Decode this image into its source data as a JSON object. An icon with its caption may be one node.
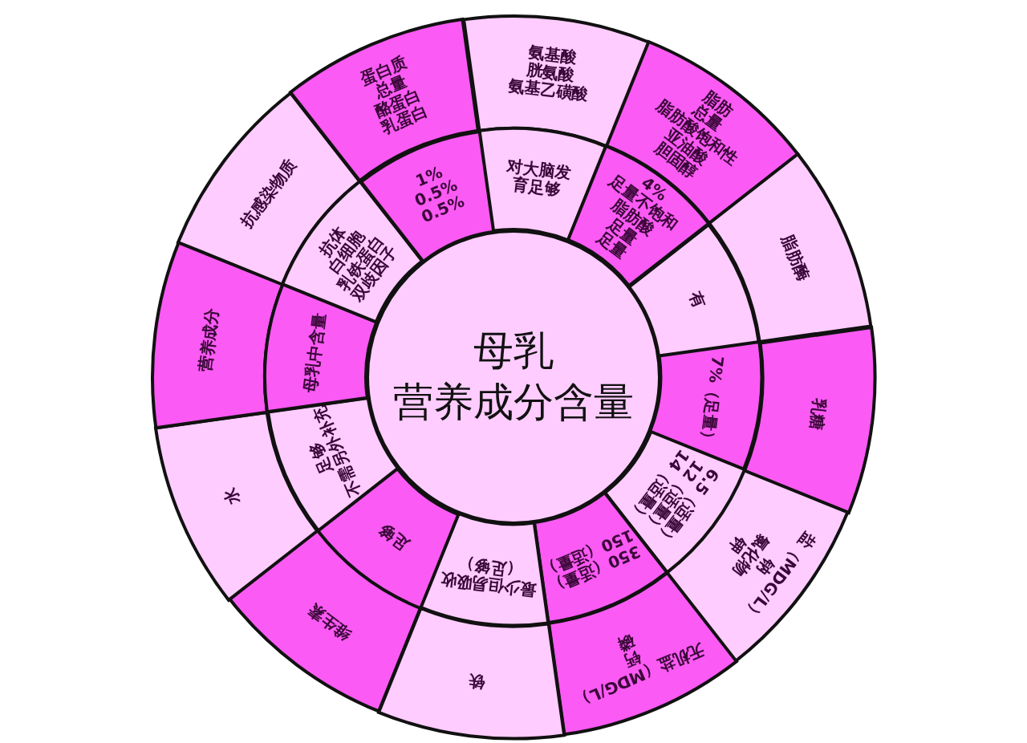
{
  "diagram": {
    "nodes": [
      {
        "text": [
          "母乳",
          "营养成分含量"
        ]
      },
      {
        "text": [
          "氨基酸",
          "胱氨酸",
          "氨基乙磺酸"
        ]
      },
      {
        "text": [
          "脂肪",
          "总量",
          "脂肪酸饱和性",
          "亚油酸",
          "胆固醇"
        ]
      },
      {
        "text": [
          "脂肪酶"
        ]
      },
      {
        "text": [
          "乳糖"
        ]
      },
      {
        "text": [
          "盐（MDG/L）",
          "钠",
          "氯化物",
          "钾"
        ]
      },
      {
        "text": [
          "无机盐（MDG/L）",
          "钙",
          "磷"
        ]
      },
      {
        "text": [
          "铁"
        ]
      },
      {
        "text": [
          "维生素"
        ]
      },
      {
        "text": [
          "水"
        ]
      },
      {
        "text": [
          "营养成分"
        ]
      },
      {
        "text": [
          "抗感染物质"
        ]
      },
      {
        "text": [
          "蛋白质",
          "总量",
          "酪蛋白",
          "乳蛋白"
        ]
      },
      {
        "text": [
          "对大脑发育足够"
        ]
      },
      {
        "text": [
          "4%",
          "足量不饱和",
          "脂肪酸",
          "足量",
          "足量"
        ]
      },
      {
        "text": [
          "有"
        ]
      },
      {
        "text": [
          "7%（足量）"
        ]
      },
      {
        "text": [
          "6.5（适量）",
          "12（适量）",
          "14（适量）"
        ]
      },
      {
        "text": [
          "350（适量）",
          "150（适量）"
        ]
      },
      {
        "text": [
          "最少但易吸收",
          "（足够）"
        ]
      },
      {
        "text": [
          "足够"
        ]
      },
      {
        "text": [
          "足够",
          "不需另外补充"
        ]
      },
      {
        "text": [
          "母乳中含量"
        ]
      },
      {
        "text": [
          "抗体",
          "白细胞",
          "乳铁蛋白",
          "双歧因子"
        ]
      },
      {
        "text": [
          "1%",
          "0.5%",
          "0.5%"
        ]
      }
    ]
  }
}
